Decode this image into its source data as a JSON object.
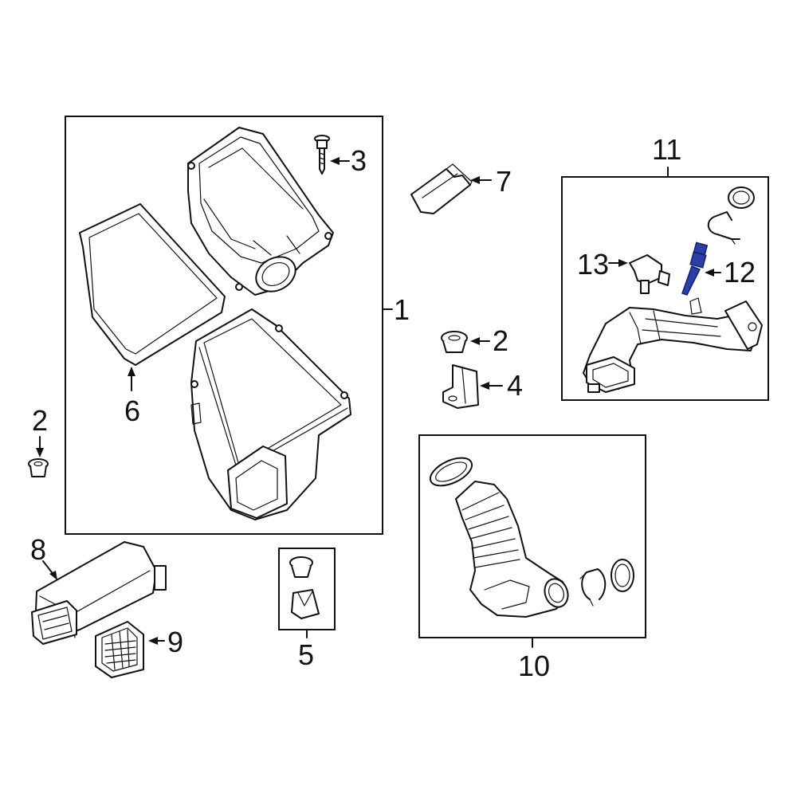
{
  "callouts": {
    "c1": "1",
    "c2_left": "2",
    "c2_right": "2",
    "c3": "3",
    "c4": "4",
    "c5": "5",
    "c6": "6",
    "c7": "7",
    "c8": "8",
    "c9": "9",
    "c10": "10",
    "c11": "11",
    "c12": "12",
    "c13": "13"
  },
  "colors": {
    "line": "#111111",
    "highlight": "#2b3fa8",
    "background": "#ffffff"
  }
}
